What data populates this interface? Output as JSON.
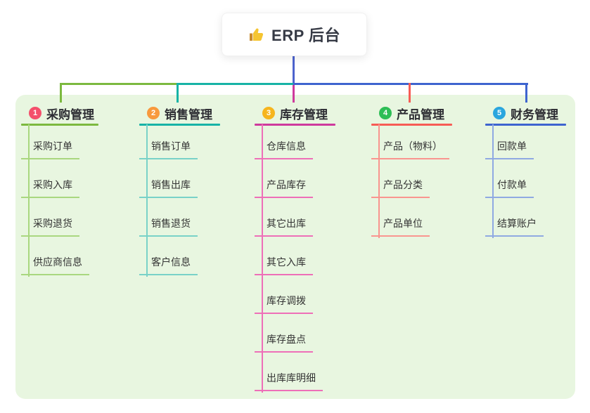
{
  "root": {
    "label": "ERP 后台",
    "icon": "thumbs-up",
    "trunk_color": "#4d63ce"
  },
  "panel": {
    "bg_color": "#e8f6e0"
  },
  "branches": [
    {
      "num": "1",
      "title": "采购管理",
      "badge_color": "#f4506c",
      "line_color": "#7cb93f",
      "child_line_color": "#a9d77f",
      "children": [
        "采购订单",
        "采购入库",
        "采购退货",
        "供应商信息"
      ]
    },
    {
      "num": "2",
      "title": "销售管理",
      "badge_color": "#f8993d",
      "line_color": "#17b3a6",
      "child_line_color": "#79d2c8",
      "children": [
        "销售订单",
        "销售出库",
        "销售退货",
        "客户信息"
      ]
    },
    {
      "num": "3",
      "title": "库存管理",
      "badge_color": "#f6b51e",
      "line_color": "#ce3a9d",
      "child_line_color": "#ee6fb8",
      "children": [
        "仓库信息",
        "产品库存",
        "其它出库",
        "其它入库",
        "库存调拨",
        "库存盘点",
        "出库库明细"
      ]
    },
    {
      "num": "4",
      "title": "产品管理",
      "badge_color": "#2dbe55",
      "line_color": "#f75c55",
      "child_line_color": "#f9958f",
      "children": [
        "产品（物料）",
        "产品分类",
        "产品单位"
      ]
    },
    {
      "num": "5",
      "title": "财务管理",
      "badge_color": "#2aa6de",
      "line_color": "#3e64cf",
      "child_line_color": "#8fa9e2",
      "children": [
        "回款单",
        "付款单",
        "结算账户"
      ]
    }
  ]
}
